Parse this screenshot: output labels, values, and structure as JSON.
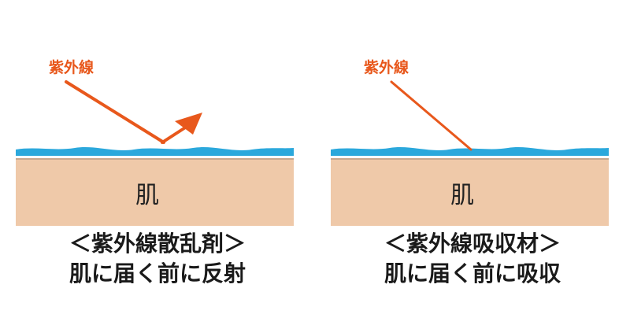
{
  "colors": {
    "arrow": "#e8581c",
    "water": "#2ba8dc",
    "skin": "#efc9a9",
    "skin_border": "#c7a88f",
    "text": "#1a1a1a"
  },
  "panels": [
    {
      "uv_label": "紫外線",
      "skin_label": "肌",
      "caption_line1": "＜紫外線散乱剤＞",
      "caption_line2": "肌に届く前に反射",
      "behavior": "reflect"
    },
    {
      "uv_label": "紫外線",
      "skin_label": "肌",
      "caption_line1": "＜紫外線吸収材＞",
      "caption_line2": "肌に届く前に吸収",
      "behavior": "absorb"
    }
  ]
}
